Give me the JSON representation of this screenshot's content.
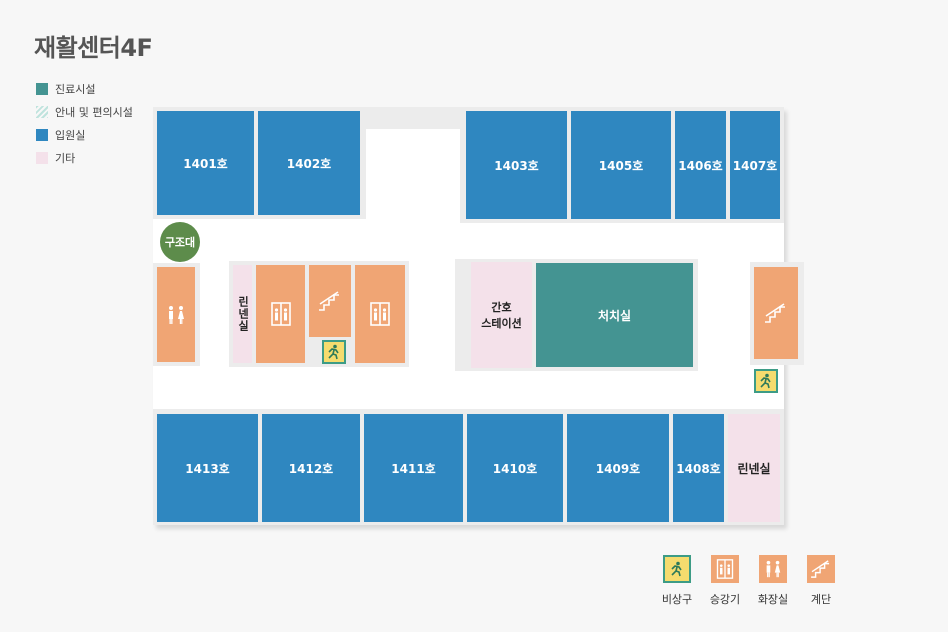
{
  "title": "재활센터4F",
  "legend": {
    "items": [
      {
        "label": "진료시설",
        "color": "#449492"
      },
      {
        "label": "안내 및 편의시설",
        "color": "#bfe3dd"
      },
      {
        "label": "입원실",
        "color": "#2f87c0"
      },
      {
        "label": "기타",
        "color": "#f4e1ea"
      }
    ]
  },
  "rooms": {
    "r1401": "1401호",
    "r1402": "1402호",
    "r1403": "1403호",
    "r1405": "1405호",
    "r1406": "1406호",
    "r1407": "1407호",
    "r1408": "1408호",
    "r1409": "1409호",
    "r1410": "1410호",
    "r1411": "1411호",
    "r1412": "1412호",
    "r1413": "1413호",
    "treatment": "처치실",
    "nurse_line1": "간호",
    "nurse_line2": "스테이션",
    "linen_left": "린넨실",
    "linen_right": "린넨실",
    "rescue": "구조대"
  },
  "bottom_legend": {
    "exit": "비상구",
    "elevator": "승강기",
    "restroom": "화장실",
    "stairs": "계단"
  }
}
